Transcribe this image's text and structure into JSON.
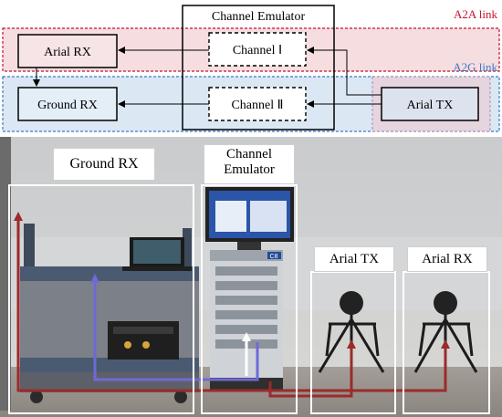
{
  "diagram": {
    "emulator_title": "Channel Emulator",
    "a2a_link_label": "A2A link",
    "a2g_link_label": "A2G link",
    "arial_rx": "Arial RX",
    "ground_rx": "Ground RX",
    "arial_tx": "Arial TX",
    "channel_1": "Channel Ⅰ",
    "channel_2": "Channel Ⅱ"
  },
  "photo": {
    "ground_rx_label": "Ground RX",
    "emulator_label_line1": "Channel",
    "emulator_label_line2": "Emulator",
    "arial_tx_label": "Arial TX",
    "arial_rx_label": "Arial RX",
    "device_badge": "C8"
  },
  "colors": {
    "a2a_fill": "#f5dde0",
    "a2a_border": "#c8102e",
    "a2g_fill": "#dbe8f4",
    "a2g_border": "#3b78c9",
    "trace_red": "#9b2b2b",
    "trace_blue": "#6e6ad8"
  }
}
